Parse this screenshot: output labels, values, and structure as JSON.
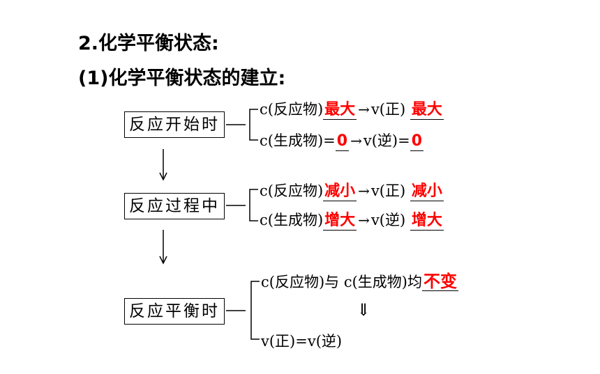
{
  "heading": "2.化学平衡状态:",
  "subheading": "(1)化学平衡状态的建立:",
  "stage_start": {
    "label": "反应开始时",
    "line1_prefix": "c(反应物)",
    "line1_answer": "最大",
    "line1_mid": "v(正)",
    "line1_answer2": "最大",
    "line2_prefix": "c(生成物)=",
    "line2_answer": "0",
    "line2_mid": "v(逆)=",
    "line2_answer2": "0"
  },
  "stage_process": {
    "label": "反应过程中",
    "line1_prefix": "c(反应物)",
    "line1_answer": "减小",
    "line1_mid": "v(正)",
    "line1_answer2": "减小",
    "line2_prefix": "c(生成物)",
    "line2_answer": "增大",
    "line2_mid": "v(逆)",
    "line2_answer2": "增大"
  },
  "stage_equilibrium": {
    "label": "反应平衡时",
    "line1_text": "c(反应物)与 c(生成物)均",
    "line1_answer": "不变",
    "implies": "⇓",
    "line2_text": "v(正)=v(逆)"
  },
  "symbols": {
    "arrow": "→"
  }
}
